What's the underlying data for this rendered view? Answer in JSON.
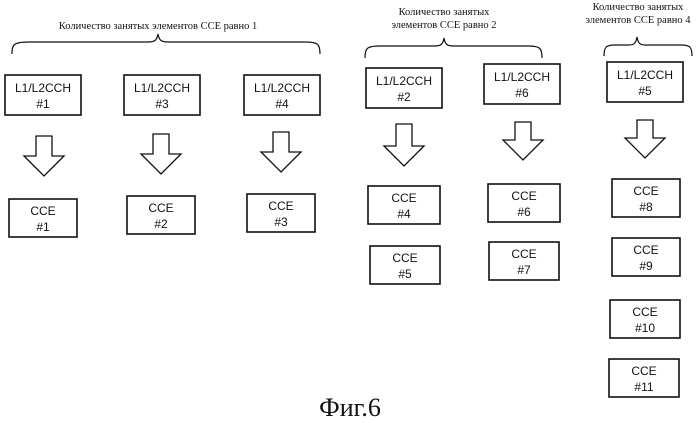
{
  "groups": [
    {
      "label": [
        "Количество занятых элементов CCE равно 1"
      ]
    },
    {
      "label": [
        "Количество занятых",
        "элементов CCE равно 2"
      ]
    },
    {
      "label": [
        "Количество занятых",
        "элементов CCE равно 4"
      ]
    }
  ],
  "channels": [
    {
      "name": "L1/L2CCH",
      "num": "#1"
    },
    {
      "name": "L1/L2CCH",
      "num": "#3"
    },
    {
      "name": "L1/L2CCH",
      "num": "#4"
    },
    {
      "name": "L1/L2CCH",
      "num": "#2"
    },
    {
      "name": "L1/L2CCH",
      "num": "#6"
    },
    {
      "name": "L1/L2CCH",
      "num": "#5"
    }
  ],
  "cces": [
    {
      "name": "CCE",
      "num": "#1"
    },
    {
      "name": "CCE",
      "num": "#2"
    },
    {
      "name": "CCE",
      "num": "#3"
    },
    {
      "name": "CCE",
      "num": "#4"
    },
    {
      "name": "CCE",
      "num": "#5"
    },
    {
      "name": "CCE",
      "num": "#6"
    },
    {
      "name": "CCE",
      "num": "#7"
    },
    {
      "name": "CCE",
      "num": "#8"
    },
    {
      "name": "CCE",
      "num": "#9"
    },
    {
      "name": "CCE",
      "num": "#10"
    },
    {
      "name": "CCE",
      "num": "#11"
    }
  ],
  "caption": "Фиг.6"
}
